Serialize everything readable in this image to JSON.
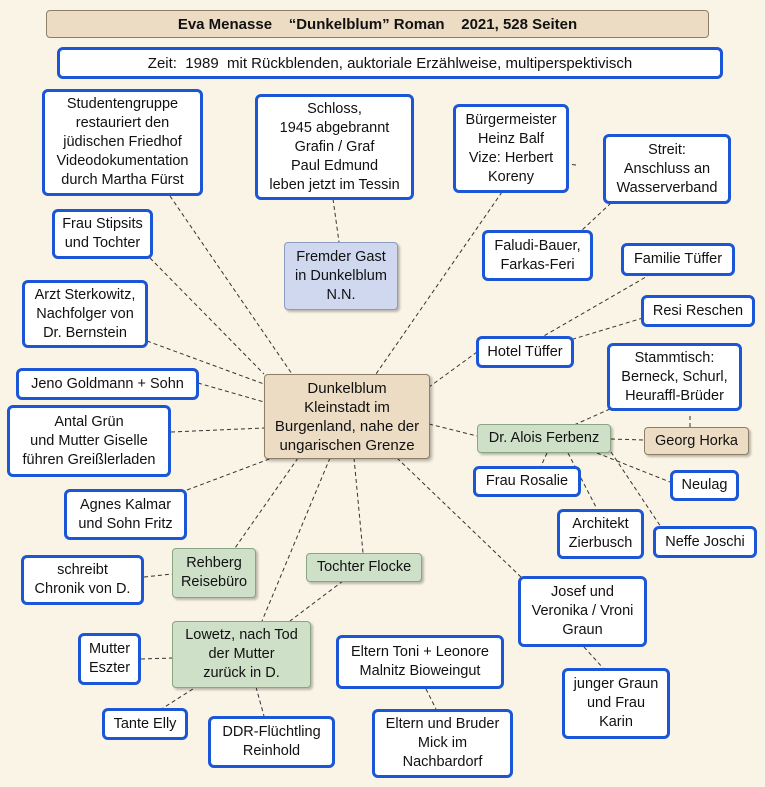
{
  "header": {
    "title": "Eva Menasse    “Dunkelblum” Roman    2021, 528 Seiten"
  },
  "zeit": {
    "text": "Zeit:  1989  mit Rückblenden, auktoriale Erzählweise, multiperspektivisch"
  },
  "colors": {
    "accent_border": "#1a56d6",
    "background": "#faf4e6",
    "tan": "#eddcc4",
    "green": "#cfe0c9",
    "lavender": "#cfd8ee"
  },
  "nodes": {
    "center": {
      "lines": [
        "Dunkelblum",
        "Kleinstadt im",
        "Burgenland, nahe der",
        "ungarischen Grenze"
      ]
    },
    "studenten": {
      "lines": [
        "Studentengruppe",
        "restauriert den",
        "jüdischen Friedhof",
        "Videodokumentation",
        "durch Martha Fürst"
      ]
    },
    "schloss": {
      "lines": [
        "Schloss,",
        "1945 abgebrannt",
        "Grafin / Graf",
        "Paul Edmund",
        "leben jetzt im Tessin"
      ]
    },
    "buergermeister": {
      "lines": [
        "Bürgermeister",
        "Heinz Balf",
        "Vize: Herbert",
        "Koreny"
      ]
    },
    "streit": {
      "lines": [
        "Streit:",
        "Anschluss an",
        "Wasserverband"
      ]
    },
    "stipsits": {
      "lines": [
        "Frau Stipsits",
        "und Tochter"
      ]
    },
    "fremder_gast": {
      "lines": [
        "Fremder Gast",
        "in Dunkelblum",
        "N.N."
      ]
    },
    "faludi": {
      "lines": [
        "Faludi-Bauer,",
        "Farkas-Feri"
      ]
    },
    "tueffer_familie": {
      "lines": [
        "Familie Tüffer"
      ]
    },
    "sterkowitz": {
      "lines": [
        "Arzt Sterkowitz,",
        "Nachfolger von",
        "Dr. Bernstein"
      ]
    },
    "resi": {
      "lines": [
        "Resi Reschen"
      ]
    },
    "hotel": {
      "lines": [
        "Hotel Tüffer"
      ]
    },
    "stammtisch": {
      "lines": [
        "Stammtisch:",
        "Berneck, Schurl,",
        "Heuraffl-Brüder"
      ]
    },
    "goldmann": {
      "lines": [
        "Jeno Goldmann + Sohn"
      ]
    },
    "antal": {
      "lines": [
        "Antal Grün",
        "und Mutter Giselle",
        "führen Greißlerladen"
      ]
    },
    "ferbenz": {
      "lines": [
        "Dr. Alois Ferbenz"
      ]
    },
    "horka": {
      "lines": [
        "Georg Horka"
      ]
    },
    "rosalie": {
      "lines": [
        "Frau Rosalie"
      ]
    },
    "neulag": {
      "lines": [
        "Neulag"
      ]
    },
    "kalmar": {
      "lines": [
        "Agnes Kalmar",
        "und Sohn Fritz"
      ]
    },
    "architekt": {
      "lines": [
        "Architekt",
        "Zierbusch"
      ]
    },
    "joschi": {
      "lines": [
        "Neffe Joschi"
      ]
    },
    "chronik": {
      "lines": [
        "schreibt",
        "Chronik von D."
      ]
    },
    "rehberg": {
      "lines": [
        "Rehberg",
        "Reisebüro"
      ]
    },
    "flocke": {
      "lines": [
        "Tochter Flocke"
      ]
    },
    "graun": {
      "lines": [
        "Josef und",
        "Veronika / Vroni",
        "Graun"
      ]
    },
    "eszter": {
      "lines": [
        "Mutter",
        "Eszter"
      ]
    },
    "lowetz": {
      "lines": [
        "Lowetz, nach Tod",
        "der Mutter",
        "zurück in D."
      ]
    },
    "eltern_toni": {
      "lines": [
        "Eltern Toni + Leonore",
        "Malnitz Bioweingut"
      ]
    },
    "junger_graun": {
      "lines": [
        "junger Graun",
        "und Frau",
        "Karin"
      ]
    },
    "elly": {
      "lines": [
        "Tante Elly"
      ]
    },
    "reinhold": {
      "lines": [
        "DDR-Flüchtling",
        "Reinhold"
      ]
    },
    "mick": {
      "lines": [
        "Eltern und Bruder",
        "Mick im",
        "Nachbardorf"
      ]
    }
  }
}
